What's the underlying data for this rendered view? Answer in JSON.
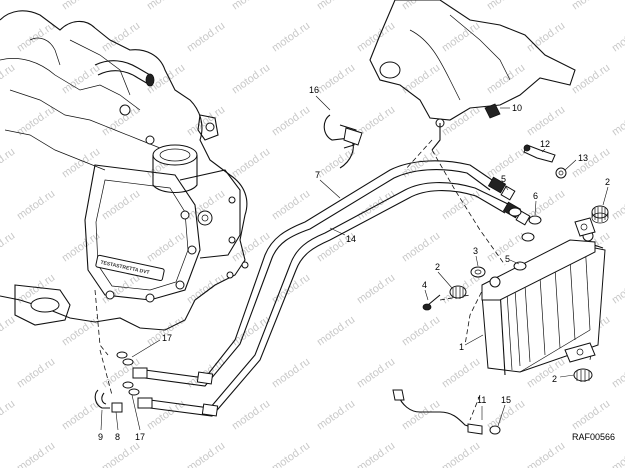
{
  "drawing": {
    "code": "RAF00566",
    "engine_marking": "TESTASTRETTA DVT",
    "watermark_text": "motod.ru"
  },
  "callouts": [
    {
      "id": "c1",
      "label": "1"
    },
    {
      "id": "c2a",
      "label": "2"
    },
    {
      "id": "c2b",
      "label": "2"
    },
    {
      "id": "c2c",
      "label": "2"
    },
    {
      "id": "c3",
      "label": "3"
    },
    {
      "id": "c4",
      "label": "4"
    },
    {
      "id": "c5a",
      "label": "5"
    },
    {
      "id": "c5b",
      "label": "5"
    },
    {
      "id": "c6",
      "label": "6"
    },
    {
      "id": "c7",
      "label": "7"
    },
    {
      "id": "c8",
      "label": "8"
    },
    {
      "id": "c9",
      "label": "9"
    },
    {
      "id": "c10",
      "label": "10"
    },
    {
      "id": "c11",
      "label": "11"
    },
    {
      "id": "c12",
      "label": "12"
    },
    {
      "id": "c13",
      "label": "13"
    },
    {
      "id": "c14",
      "label": "14"
    },
    {
      "id": "c15",
      "label": "15"
    },
    {
      "id": "c16",
      "label": "16"
    },
    {
      "id": "c17a",
      "label": "17"
    },
    {
      "id": "c17b",
      "label": "17"
    }
  ]
}
